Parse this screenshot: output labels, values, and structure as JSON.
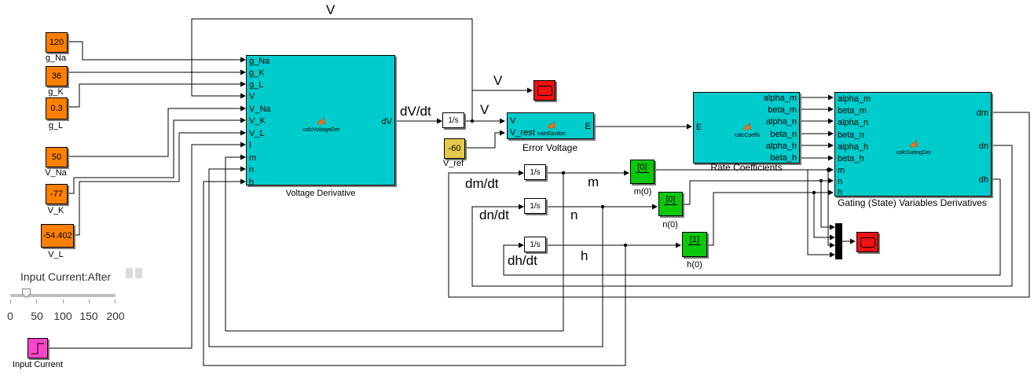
{
  "constants": {
    "g_na": {
      "value": "120",
      "label": "g_Na"
    },
    "g_k": {
      "value": "36",
      "label": "g_K"
    },
    "g_l": {
      "value": "0.3",
      "label": "g_L"
    },
    "v_na": {
      "value": "50",
      "label": "V_Na"
    },
    "v_k": {
      "value": "-77",
      "label": "V_K"
    },
    "v_l": {
      "value": "-54.402",
      "label": "V_L"
    },
    "v_ref": {
      "value": "-60",
      "label": "V_ref"
    }
  },
  "initial_conditions": {
    "m0": {
      "value": "[0]",
      "label": "m(0)"
    },
    "n0": {
      "value": "[0]",
      "label": "n(0)"
    },
    "h0": {
      "value": "[1]",
      "label": "h(0)"
    }
  },
  "voltage_derivative": {
    "title": "Voltage Derivative",
    "function": "calcVoltageDer",
    "inputs": [
      "g_Na",
      "g_K",
      "g_L",
      "V",
      "V_Na",
      "V_K",
      "V_L",
      "I",
      "m",
      "n",
      "h"
    ],
    "output": "dV"
  },
  "error_voltage": {
    "title": "Error Voltage",
    "function": "calcEpsilon",
    "inputs": [
      "V",
      "V_rest"
    ],
    "output": "E"
  },
  "rate_coefficients": {
    "title": "Rate Coefficients",
    "function": "calcCoeffs",
    "input": "E",
    "outputs": [
      "alpha_m",
      "beta_m",
      "alpha_n",
      "beta_n",
      "alpha_h",
      "beta_h"
    ]
  },
  "gating_derivatives": {
    "title": "Gating (State) Variables Derivatives",
    "function": "calcGatingDer",
    "inputs": [
      "alpha_m",
      "beta_m",
      "alpha_n",
      "beta_n",
      "alpha_h",
      "beta_h",
      "m",
      "n",
      "h"
    ],
    "outputs": [
      "dm",
      "dn",
      "dh"
    ]
  },
  "integrator_label": "1/s",
  "signals": {
    "v_top": "V",
    "v_scope": "V",
    "v_error": "V",
    "dvdt": "dV/dt",
    "dmdt": "dm/dt",
    "dndt": "dn/dt",
    "dhdt": "dh/dt",
    "m": "m",
    "n": "n",
    "h": "h"
  },
  "slider": {
    "label": "Input Current:After",
    "ticks": [
      "0",
      "50",
      "100",
      "150",
      "200"
    ],
    "min": 0,
    "max": 200,
    "value": 30
  },
  "input_current": {
    "label": "Input Current"
  },
  "colors": {
    "constant": "#ff8000",
    "function_block": "#00cccc",
    "initial_condition": "#0ac80a",
    "scope": "#ee1111",
    "reference": "#e6c94c",
    "input_current": "#ff44cc"
  }
}
